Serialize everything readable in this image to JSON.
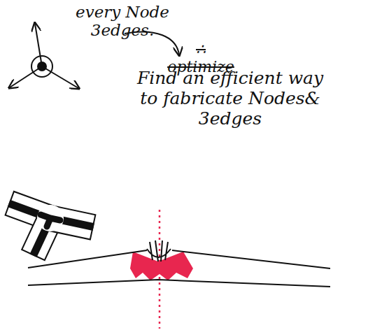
{
  "diagram": {
    "labels": [
      "every Node 3edges.",
      "∴ optimize",
      "Find an efficient way to fabricate Nodes& 3edges"
    ]
  }
}
